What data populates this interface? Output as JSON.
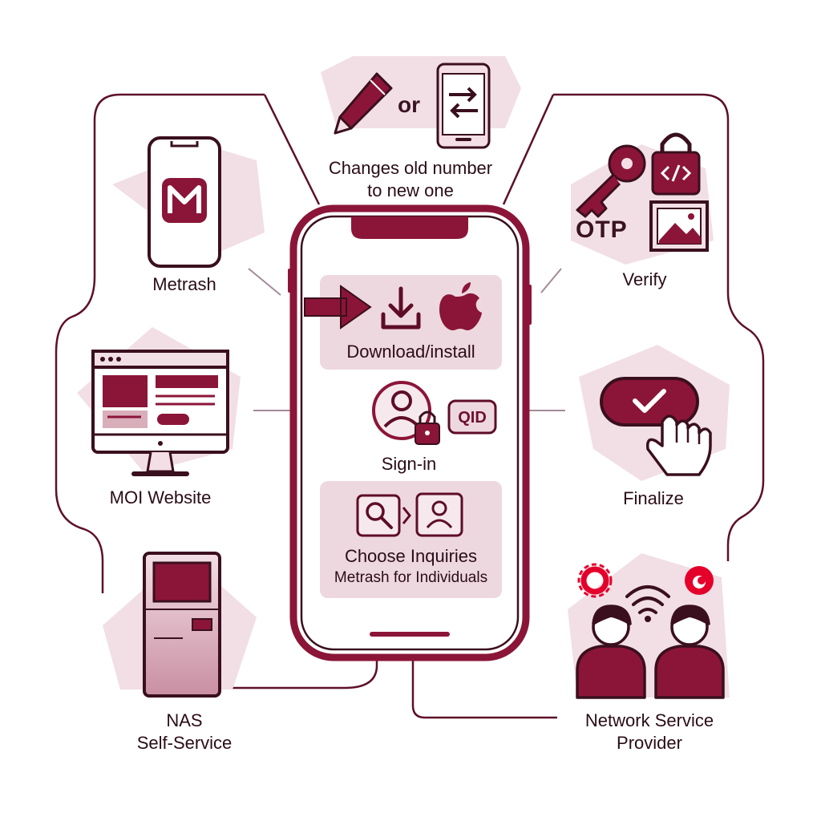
{
  "center": {
    "steps": [
      {
        "label": "Download/install",
        "icons": [
          "arrow-right-icon",
          "download-icon",
          "apple-icon"
        ]
      },
      {
        "label": "Sign-in",
        "badge": "QID",
        "icons": [
          "user-lock-icon",
          "qid-card-icon"
        ]
      },
      {
        "label": "Choose Inquiries",
        "sublabel": "Metrash for Individuals",
        "icons": [
          "search-icon",
          "chevron-right-icon",
          "user-profile-icon"
        ]
      }
    ]
  },
  "nodes": {
    "top": {
      "label_line1": "Changes old number",
      "label_line2": "to new one",
      "connector_word": "or",
      "icons": [
        "pencil-icon",
        "phone-swap-icon"
      ]
    },
    "metrash": {
      "label": "Metrash",
      "icons": [
        "phone-icon",
        "metrash-app-icon"
      ]
    },
    "moi": {
      "label": "MOI Website",
      "icons": [
        "monitor-icon"
      ]
    },
    "nas": {
      "label_line1": "NAS",
      "label_line2": "Self-Service",
      "icons": [
        "kiosk-icon"
      ]
    },
    "verify": {
      "label": "Verify",
      "otp_text": "OTP",
      "icons": [
        "key-icon",
        "lock-icon",
        "image-icon"
      ]
    },
    "finalize": {
      "label": "Finalize",
      "icons": [
        "check-button-icon",
        "hand-pointer-icon"
      ]
    },
    "provider": {
      "label_line1": "Network Service",
      "label_line2": "Provider",
      "icons": [
        "ooredoo-logo-icon",
        "vodafone-logo-icon",
        "wifi-icon",
        "people-icon"
      ]
    }
  },
  "colors": {
    "primary": "#8b1538",
    "dark": "#5e0d27",
    "outline": "#3a0f1e",
    "tint": "#eed8df",
    "tint_light": "#f6e9ed",
    "accent_red": "#e4002b"
  }
}
